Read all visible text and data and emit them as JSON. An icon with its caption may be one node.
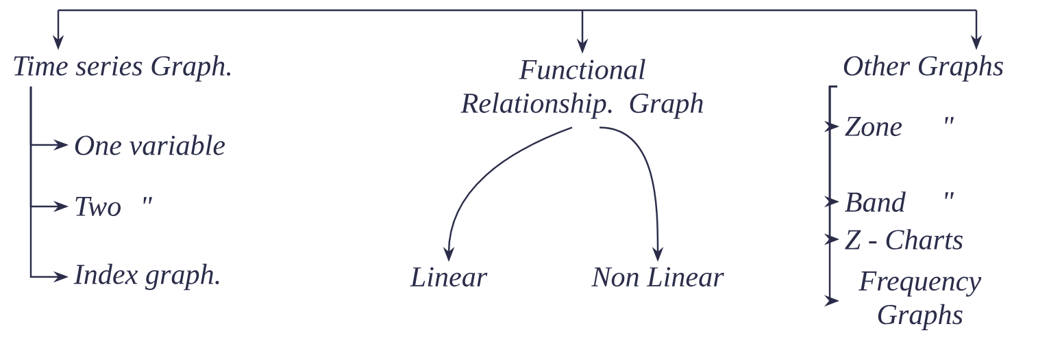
{
  "diagram": {
    "nodes": [
      {
        "text": [
          "Time series Graph."
        ]
      },
      {
        "text": [
          "Functional Relationship. Graph"
        ]
      },
      {
        "text": [
          "Other Graphs"
        ]
      },
      {
        "text": [
          "One variable"
        ]
      },
      {
        "text": [
          "Two"
        ],
        "beside": [
          "\""
        ]
      },
      {
        "text": [
          "Index graph."
        ]
      },
      {
        "text": [
          "Linear"
        ]
      },
      {
        "text": [
          "Non Linear"
        ]
      },
      {
        "text": [
          "Zone"
        ],
        "beside": [
          "\""
        ]
      },
      {
        "text": [
          "Band"
        ],
        "beside": [
          "\""
        ]
      },
      {
        "text": [
          "Z - Charts"
        ]
      },
      {
        "text": [
          "Frequency Graphs"
        ]
      }
    ],
    "edges": [
      {
        "from": null,
        "to": 0,
        "arrow": "to"
      },
      {
        "from": null,
        "to": 1,
        "arrow": "to"
      },
      {
        "from": null,
        "to": 2,
        "arrow": "to"
      },
      {
        "from": 0,
        "to": 3,
        "arrow": "to"
      },
      {
        "from": 0,
        "to": 4,
        "arrow": "to"
      },
      {
        "from": 0,
        "to": 5,
        "arrow": "to"
      },
      {
        "from": 1,
        "to": 6,
        "arrow": "to"
      },
      {
        "from": 1,
        "to": 7,
        "arrow": "to"
      },
      {
        "from": 2,
        "to": 8,
        "arrow": "to"
      },
      {
        "from": 2,
        "to": 9,
        "arrow": "to"
      },
      {
        "from": 2,
        "to": 10,
        "arrow": "to"
      },
      {
        "from": 2,
        "to": 11,
        "arrow": "to"
      }
    ]
  }
}
